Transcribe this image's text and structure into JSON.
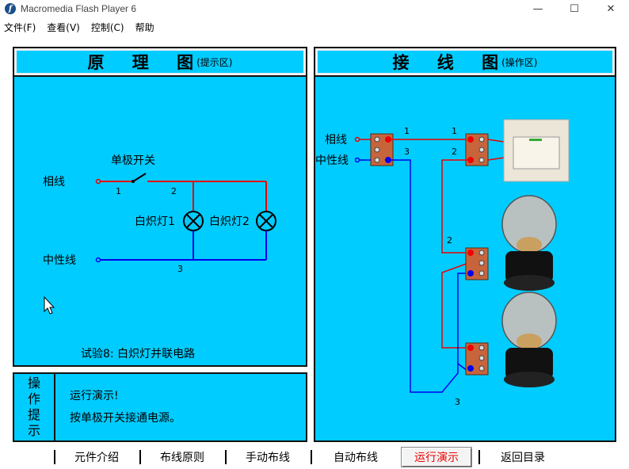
{
  "window": {
    "title": "Macromedia Flash Player 6",
    "icon_glyph": "f"
  },
  "window_controls": {
    "minimize": "—",
    "maximize": "☐",
    "close": "✕"
  },
  "menu": [
    "文件(F)",
    "查看(V)",
    "控制(C)",
    "帮助"
  ],
  "left_panel": {
    "title": "原 理 图",
    "subtitle": "(提示区)",
    "labels": {
      "switch": "单极开关",
      "phase": "相线",
      "neutral": "中性线",
      "lamp1": "白炽灯1",
      "lamp2": "白炽灯2",
      "n1": "1",
      "n2": "2",
      "n3": "3"
    },
    "caption": "试验8:  白炽灯并联电路"
  },
  "right_panel": {
    "title": "接 线 图",
    "subtitle": "(操作区)",
    "labels": {
      "phase": "相线",
      "neutral": "中性线",
      "w1a": "1",
      "w1b": "1",
      "w2a": "2",
      "w2b": "2",
      "w3a": "3",
      "w3b": "3"
    }
  },
  "tips": {
    "label_chars": [
      "操",
      "作",
      "提",
      "示"
    ],
    "lines": [
      "运行演示!",
      "按单极开关接通电源。"
    ]
  },
  "bottom_tabs": [
    {
      "label": "元件介绍",
      "active": false
    },
    {
      "label": "布线原则",
      "active": false
    },
    {
      "label": "手动布线",
      "active": false
    },
    {
      "label": "自动布线",
      "active": false
    },
    {
      "label": "运行演示",
      "active": true
    },
    {
      "label": "返回目录",
      "active": false
    }
  ],
  "colors": {
    "panel_bg": "#00ccff",
    "wire_red": "#e00000",
    "wire_blue": "#0000e0",
    "active_tab": "#e00000"
  }
}
